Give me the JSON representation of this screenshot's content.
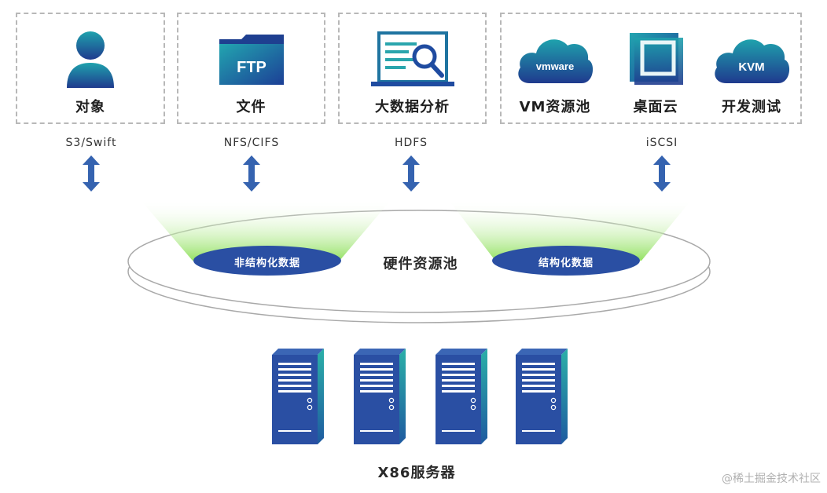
{
  "boxes": {
    "object": {
      "label": "对象"
    },
    "file": {
      "label": "文件",
      "icon_text": "FTP"
    },
    "bigdata": {
      "label": "大数据分析"
    },
    "virtual": {
      "vm": {
        "label": "VM资源池",
        "icon_text": "vmware"
      },
      "desktop": {
        "label": "桌面云"
      },
      "kvm": {
        "label": "开发测试",
        "icon_text": "KVM"
      }
    }
  },
  "protocols": {
    "s3": "S3/Swift",
    "nfs": "NFS/CIFS",
    "hdfs": "HDFS",
    "iscsi": "iSCSI"
  },
  "pool": {
    "label": "硬件资源池",
    "unstructured": "非结构化数据",
    "structured": "结构化数据"
  },
  "servers": {
    "label": "X86服务器",
    "count": 4
  },
  "watermark": "@稀土掘金技术社区",
  "colors": {
    "primary_blue": "#2f52a6",
    "icon_teal": "#1a8a9a",
    "green_glow": "#8ee05a",
    "arrow_blue": "#3563b0",
    "dashed_border": "#b8b8b8"
  }
}
